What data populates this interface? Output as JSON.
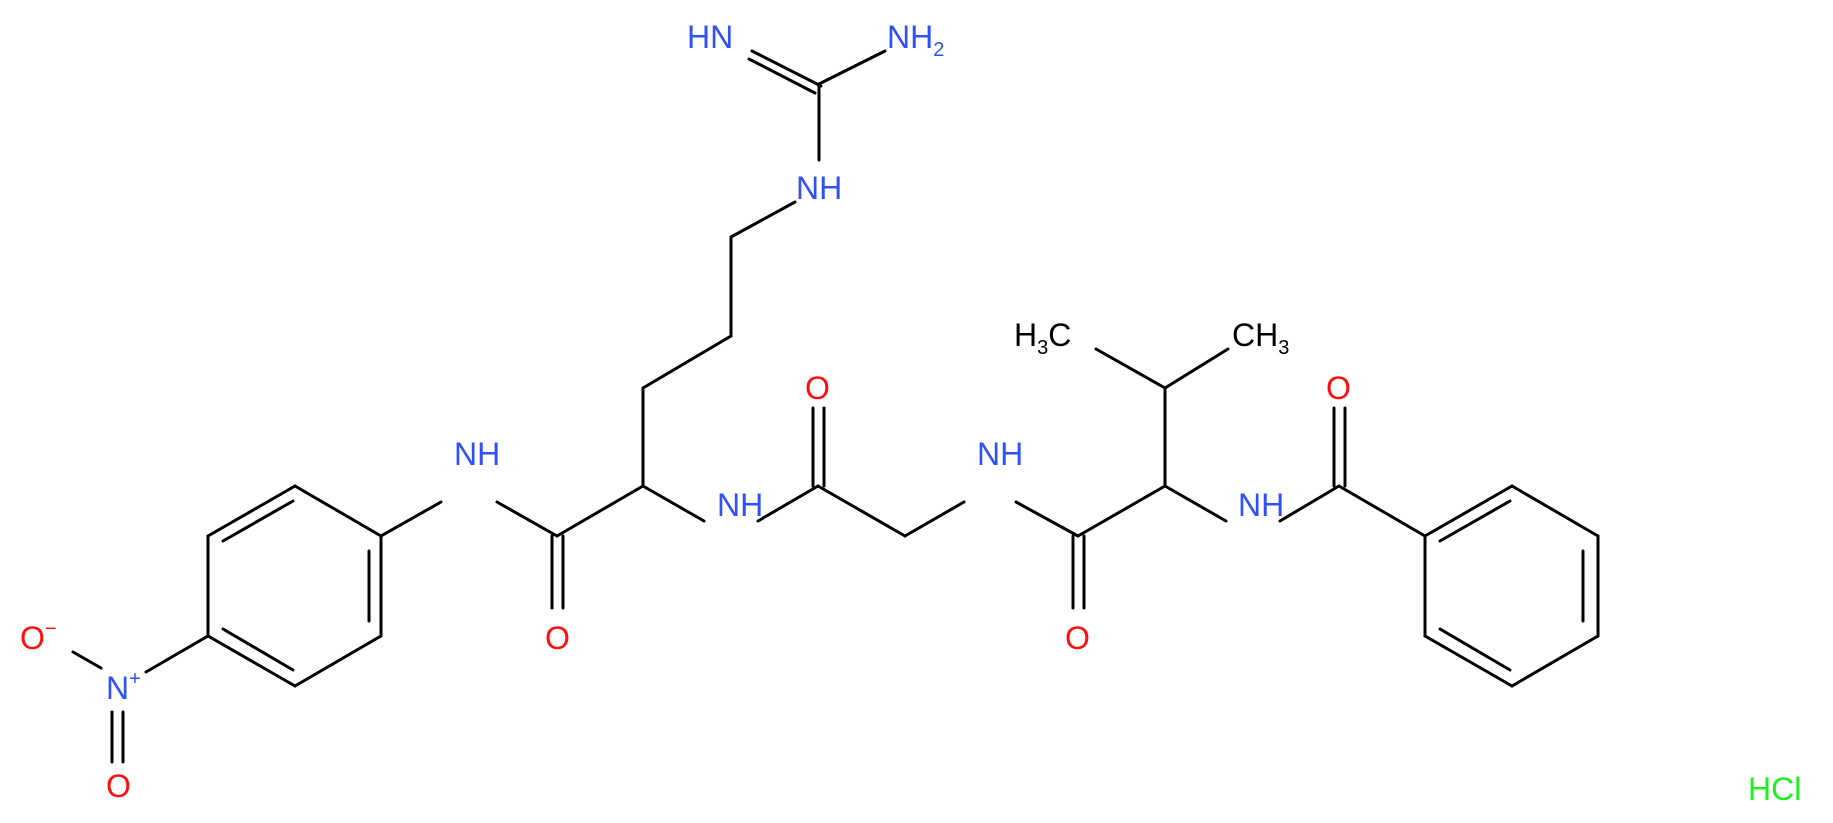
{
  "colors": {
    "bond": "#000000",
    "nitrogen": "#3050F8",
    "oxygen": "#FF0D0D",
    "carbon": "#000000",
    "chlorine": "#1FF01F",
    "background": "#FFFFFF"
  },
  "labels": {
    "imine_nh": "HN",
    "amine_nh": "NH",
    "amine_sub": "2",
    "guanidine_nh": "NH",
    "methyl_left_h": "H",
    "methyl_left_sub": "3",
    "methyl_left_c": "C",
    "methyl_right_ch": "CH",
    "methyl_right_sub": "3",
    "anilide_nh": "NH",
    "arg_nh": "NH",
    "gly_nh": "NH",
    "val_nh": "NH",
    "o_gly": "O",
    "o_benzoyl": "O",
    "o_arg": "O",
    "o_val": "O",
    "o_minus": "O",
    "minus_sign": "−",
    "n_plus": "N",
    "plus_sign": "+",
    "o_nitro": "O",
    "salt": "HCl"
  }
}
